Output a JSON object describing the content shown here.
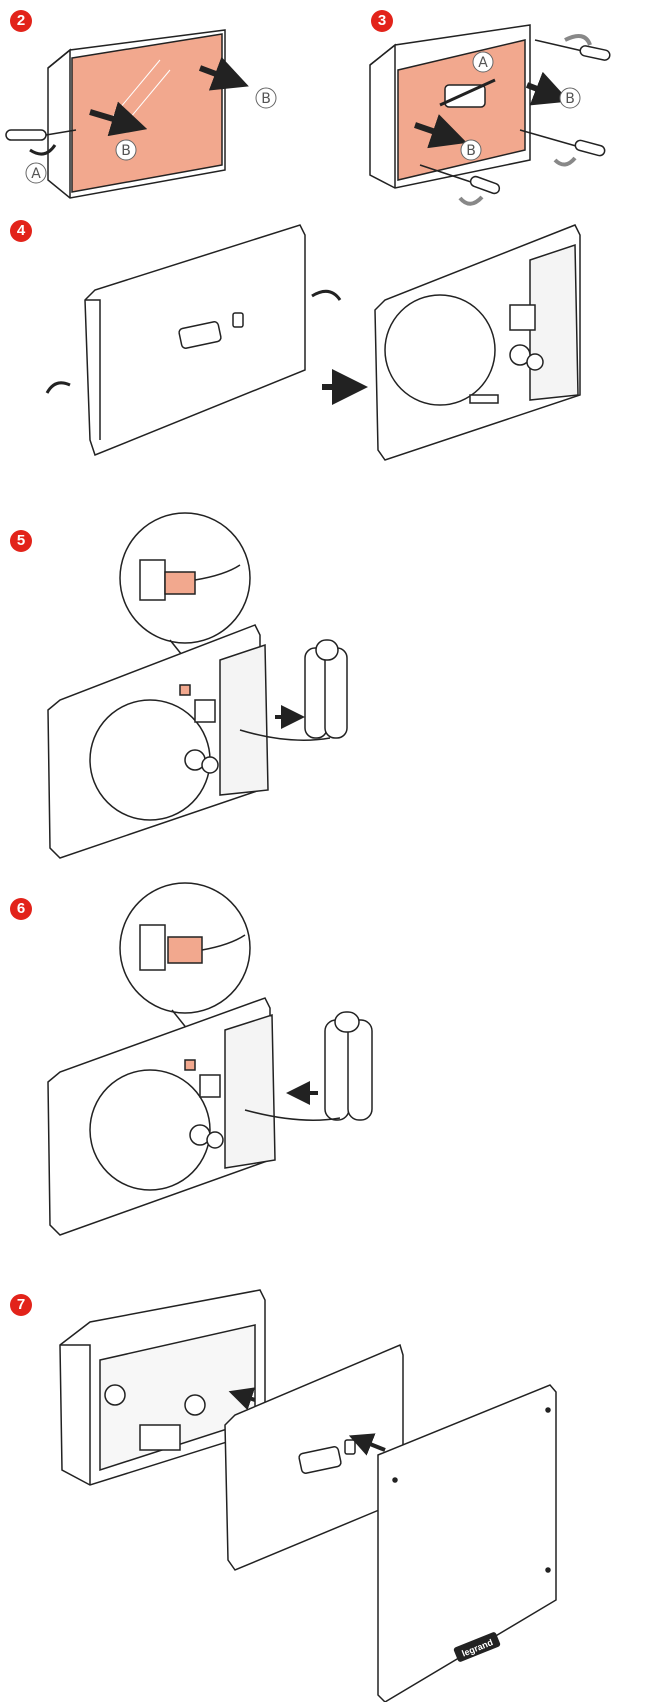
{
  "steps": [
    {
      "number": "2"
    },
    {
      "number": "3"
    },
    {
      "number": "4"
    },
    {
      "number": "5"
    },
    {
      "number": "6"
    },
    {
      "number": "7"
    }
  ],
  "callouts": {
    "a": "A",
    "b": "B"
  },
  "brand_label": "legrand",
  "colors": {
    "accent_red": "#e2231a",
    "highlight_salmon": "#f2a88e",
    "line": "#222222"
  }
}
